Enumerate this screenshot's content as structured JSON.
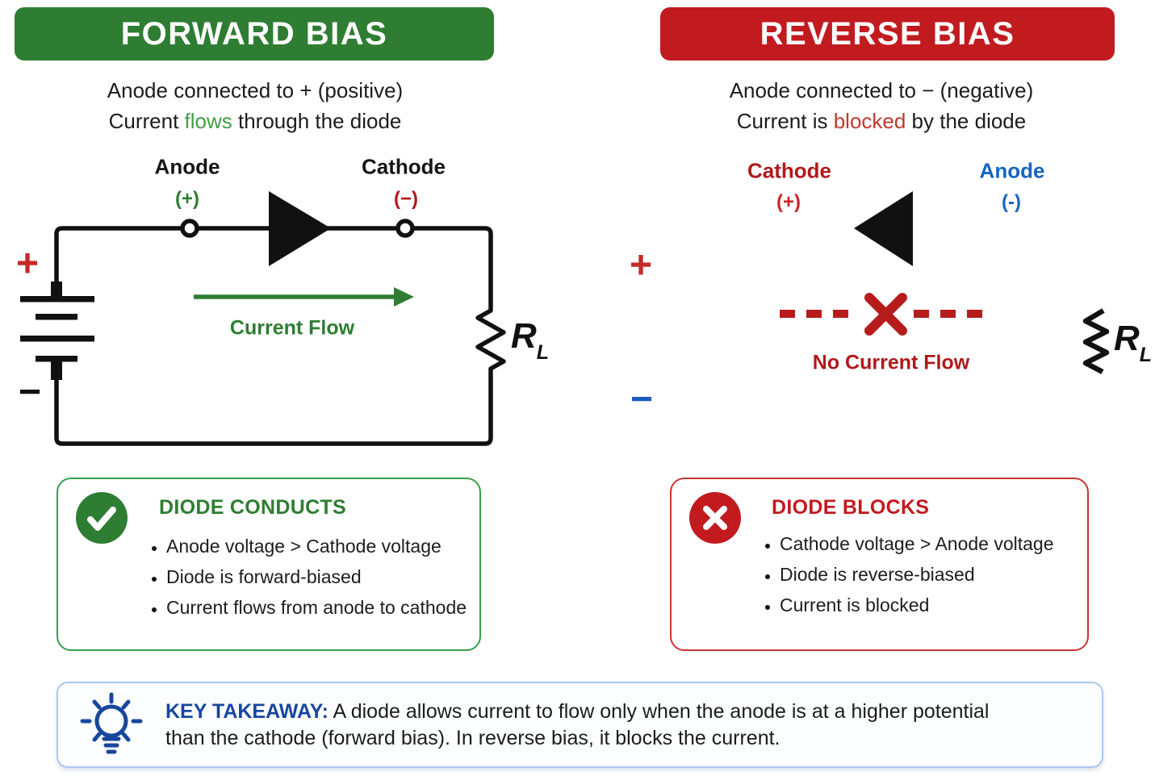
{
  "colors": {
    "banner_green": "#2e7d32",
    "banner_red": "#c11b20",
    "accent_green": "#3fa047",
    "accent_red": "#c62828",
    "dark_red": "#b0191c",
    "blue": "#1565c0",
    "takeaway_blue": "#17479e",
    "ink": "#111111"
  },
  "forward": {
    "banner": "FORWARD BIAS",
    "subtitle_line1": "Anode connected to + (positive)",
    "subtitle_line2_pre": "Current ",
    "subtitle_line2_highlight": "flows",
    "subtitle_line2_post": " through the diode",
    "circuit": {
      "anode_label": "Anode",
      "anode_sign": "(+)",
      "cathode_label": "Cathode",
      "cathode_sign": "(−)",
      "battery_plus": "+",
      "battery_minus": "−",
      "arrow_label": "Current Flow",
      "resistor_label": "R",
      "resistor_sub": "L"
    },
    "box": {
      "icon": "check-circle",
      "title": "DIODE CONDUCTS",
      "bullets": [
        "Anode voltage > Cathode voltage",
        "Diode is forward-biased",
        "Current flows from anode to cathode"
      ]
    }
  },
  "reverse": {
    "banner": "REVERSE BIAS",
    "subtitle_line1": "Anode connected to − (negative)",
    "subtitle_line2_pre": "Current is ",
    "subtitle_line2_highlight": "blocked",
    "subtitle_line2_post": " by the diode",
    "circuit": {
      "cathode_label": "Cathode",
      "cathode_sign": "(+)",
      "anode_label": "Anode",
      "anode_sign": "(-)",
      "battery_plus": "+",
      "battery_minus": "−",
      "no_flow_label": "No Current Flow",
      "resistor_label": "R",
      "resistor_sub": "L"
    },
    "box": {
      "icon": "x-circle",
      "title": "DIODE BLOCKS",
      "bullets": [
        "Cathode voltage > Anode voltage",
        "Diode is reverse-biased",
        "Current is blocked"
      ]
    }
  },
  "takeaway": {
    "icon": "lightbulb",
    "label": "KEY TAKEAWAY:",
    "line1": " A diode allows current to flow only when the anode is at a higher potential",
    "line2": "than the cathode (forward bias). In reverse bias, it blocks the current."
  }
}
